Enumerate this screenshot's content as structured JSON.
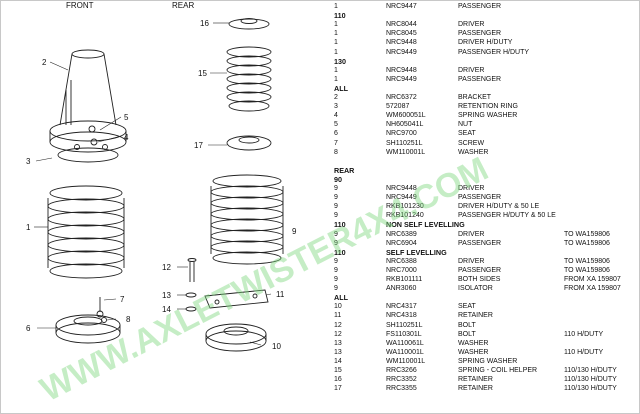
{
  "diagram": {
    "heading_left": "FRONT",
    "heading_right": "REAR",
    "callouts": [
      "1",
      "2",
      "3",
      "4",
      "5",
      "6",
      "7",
      "8",
      "9",
      "10",
      "11",
      "12",
      "13",
      "14",
      "15",
      "16",
      "17"
    ]
  },
  "parts": [
    {
      "qty": "1",
      "part": "NRC9447",
      "desc": "PASSENGER",
      "note": ""
    },
    {
      "header": "110"
    },
    {
      "qty": "1",
      "part": "NRC8044",
      "desc": "DRIVER",
      "note": ""
    },
    {
      "qty": "1",
      "part": "NRC8045",
      "desc": "PASSENGER",
      "note": ""
    },
    {
      "qty": "1",
      "part": "NRC9448",
      "desc": "DRIVER H/DUTY",
      "note": ""
    },
    {
      "qty": "1",
      "part": "NRC9449",
      "desc": "PASSENGER H/DUTY",
      "note": ""
    },
    {
      "header": "130"
    },
    {
      "qty": "1",
      "part": "NRC9448",
      "desc": "DRIVER",
      "note": ""
    },
    {
      "qty": "1",
      "part": "NRC9449",
      "desc": "PASSENGER",
      "note": ""
    },
    {
      "header": "ALL",
      "left": true
    },
    {
      "qty": "2",
      "part": "NRC6372",
      "desc": "BRACKET",
      "note": ""
    },
    {
      "qty": "3",
      "part": "572087",
      "desc": "RETENTION RING",
      "note": ""
    },
    {
      "qty": "4",
      "part": "WM600051L",
      "desc": "SPRING WASHER",
      "note": ""
    },
    {
      "qty": "5",
      "part": "NH605041L",
      "desc": "NUT",
      "note": ""
    },
    {
      "qty": "6",
      "part": "NRC9700",
      "desc": "SEAT",
      "note": ""
    },
    {
      "qty": "7",
      "part": "SH110251L",
      "desc": "SCREW",
      "note": ""
    },
    {
      "qty": "8",
      "part": "WM110001L",
      "desc": "WASHER",
      "note": ""
    },
    {
      "blank": true
    },
    {
      "header": "REAR",
      "left": true
    },
    {
      "header": "90",
      "left": true
    },
    {
      "qty": "9",
      "part": "NRC9448",
      "desc": "DRIVER",
      "note": ""
    },
    {
      "qty": "9",
      "part": "NRC9449",
      "desc": "PASSENGER",
      "note": ""
    },
    {
      "qty": "9",
      "part": "RKB101230",
      "desc": "DRIVER H/DUTY & 50 LE",
      "note": ""
    },
    {
      "qty": "9",
      "part": "RKB101240",
      "desc": "PASSENGER H/DUTY & 50 LE",
      "note": ""
    },
    {
      "header": "110",
      "title": "NON SELF LEVELLING"
    },
    {
      "qty": "9",
      "part": "NRC6389",
      "desc": "DRIVER",
      "note": "TO WA159806"
    },
    {
      "qty": "9",
      "part": "NRC6904",
      "desc": "PASSENGER",
      "note": "TO WA159806"
    },
    {
      "header": "110",
      "title": "SELF LEVELLING"
    },
    {
      "qty": "9",
      "part": "NRC6388",
      "desc": "DRIVER",
      "note": "TO WA159806"
    },
    {
      "qty": "9",
      "part": "NRC7000",
      "desc": "PASSENGER",
      "note": "TO WA159806"
    },
    {
      "qty": "9",
      "part": "RKB101111",
      "desc": "BOTH SIDES",
      "note": "FROM XA 159807"
    },
    {
      "qty": "9",
      "part": "ANR3060",
      "desc": "ISOLATOR",
      "note": "FROM XA 159807"
    },
    {
      "header": "ALL",
      "left": true
    },
    {
      "qty": "10",
      "part": "NRC4317",
      "desc": "SEAT",
      "note": ""
    },
    {
      "qty": "11",
      "part": "NRC4318",
      "desc": "RETAINER",
      "note": ""
    },
    {
      "qty": "12",
      "part": "SH110251L",
      "desc": "BOLT",
      "note": ""
    },
    {
      "qty": "12",
      "part": "FS110301L",
      "desc": "BOLT",
      "note": "110 H/DUTY"
    },
    {
      "qty": "13",
      "part": "WA110061L",
      "desc": "WASHER",
      "note": ""
    },
    {
      "qty": "13",
      "part": "WA110001L",
      "desc": "WASHER",
      "note": "110 H/DUTY"
    },
    {
      "qty": "14",
      "part": "WM110001L",
      "desc": "SPRING WASHER",
      "note": ""
    },
    {
      "qty": "15",
      "part": "RRC3266",
      "desc": "SPRING - COIL HELPER",
      "note": "110/130 H/DUTY"
    },
    {
      "qty": "16",
      "part": "RRC3352",
      "desc": "RETAINER",
      "note": "110/130 H/DUTY"
    },
    {
      "qty": "17",
      "part": "RRC3355",
      "desc": "RETAINER",
      "note": "110/130 H/DUTY"
    }
  ],
  "watermark": {
    "text": "WWW.AXLETWISTER4X4.COM",
    "color": "#7fd67f"
  }
}
